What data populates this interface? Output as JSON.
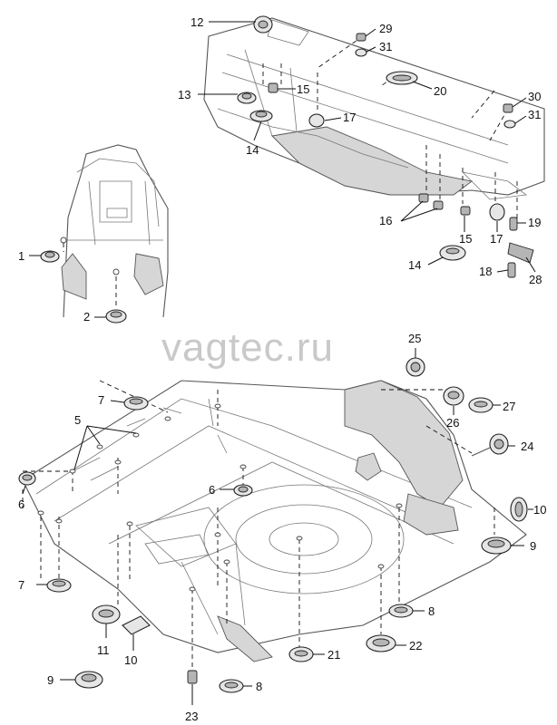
{
  "watermark": "vagtec.ru",
  "callouts": {
    "c1": "1",
    "c2": "2",
    "c5": "5",
    "c6a": "6",
    "c6b": "6",
    "c7a": "7",
    "c7b": "7",
    "c8a": "8",
    "c8b": "8",
    "c9a": "9",
    "c9b": "9",
    "c10a": "10",
    "c10b": "10",
    "c11": "11",
    "c12": "12",
    "c13": "13",
    "c14a": "14",
    "c14b": "14",
    "c15a": "15",
    "c15b": "15",
    "c16": "16",
    "c17a": "17",
    "c17b": "17",
    "c18": "18",
    "c19": "19",
    "c20": "20",
    "c21": "21",
    "c22": "22",
    "c23": "23",
    "c24": "24",
    "c25": "25",
    "c26": "26",
    "c27": "27",
    "c28": "28",
    "c29": "29",
    "c30": "30",
    "c31a": "31",
    "c31b": "31"
  }
}
